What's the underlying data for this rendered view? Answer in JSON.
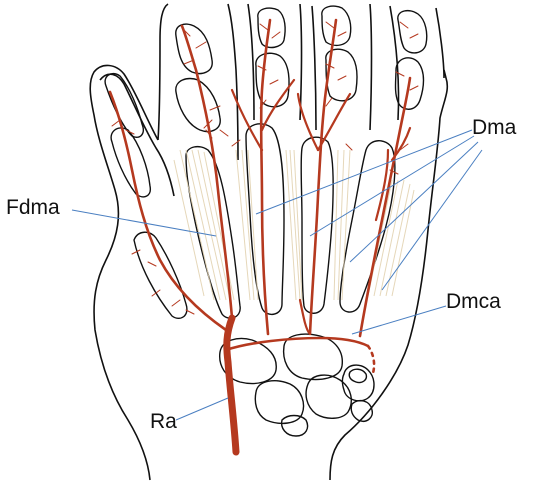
{
  "labels": {
    "fdma": "Fdma",
    "dma": "Dma",
    "dmca": "Dmca",
    "ra": "Ra"
  },
  "colors": {
    "artery": "#b5391f",
    "outline": "#111111",
    "tendon": "#e3d3b2",
    "leader": "#4a7fc1"
  }
}
